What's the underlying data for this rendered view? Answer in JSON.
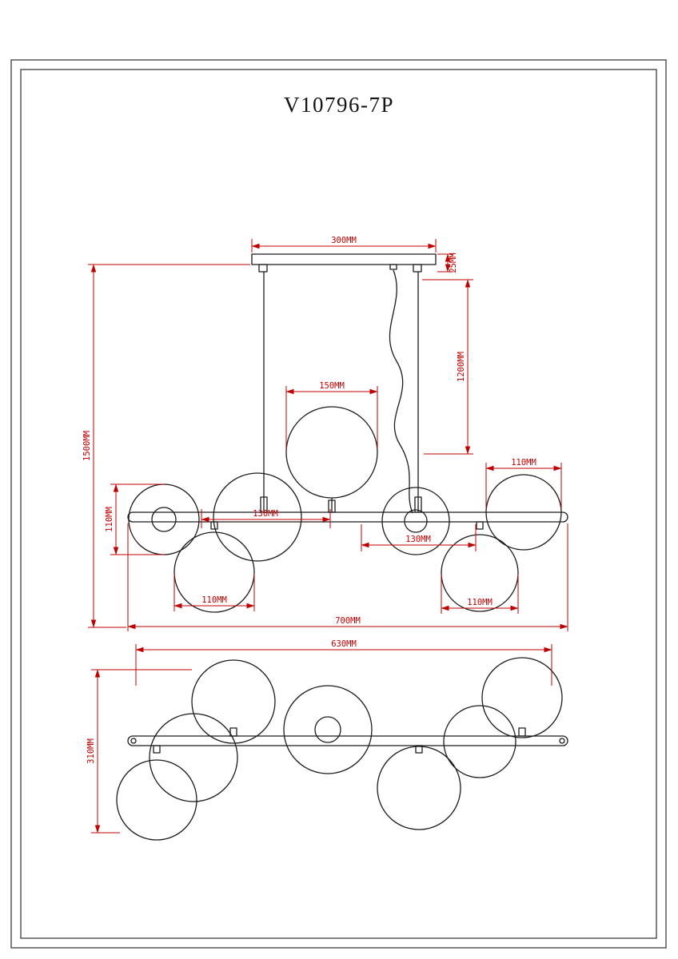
{
  "title": "V10796-7P",
  "colors": {
    "dimension_red": "#c00000",
    "drawing_line": "#1c1c1c",
    "background": "#ffffff"
  },
  "front": {
    "canopy_width": "300MM",
    "canopy_thickness": "25MM",
    "overall_height": "1500MM",
    "left_globe_diameter": "110MM",
    "top_globe_diameter": "150MM",
    "suspension_length": "1200MM",
    "left_spacing": "130MM",
    "right_spacing": "130MM",
    "bottom_left_globe_diameter": "110MM",
    "bottom_right_globe_diameter": "110MM",
    "right_globe_diameter": "110MM",
    "overall_width": "700MM"
  },
  "plan": {
    "width": "630MM",
    "depth": "310MM"
  }
}
